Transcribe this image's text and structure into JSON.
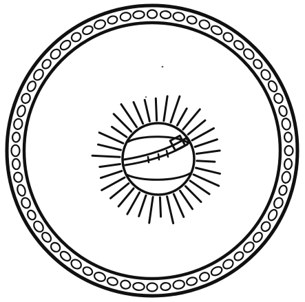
{
  "image": {
    "kind": "line-drawing",
    "ink_color": "#111111",
    "paper_color": "#ffffff",
    "motifs": {
      "outer_band_bead_count": 64,
      "sun_ray_count": 34
    }
  }
}
